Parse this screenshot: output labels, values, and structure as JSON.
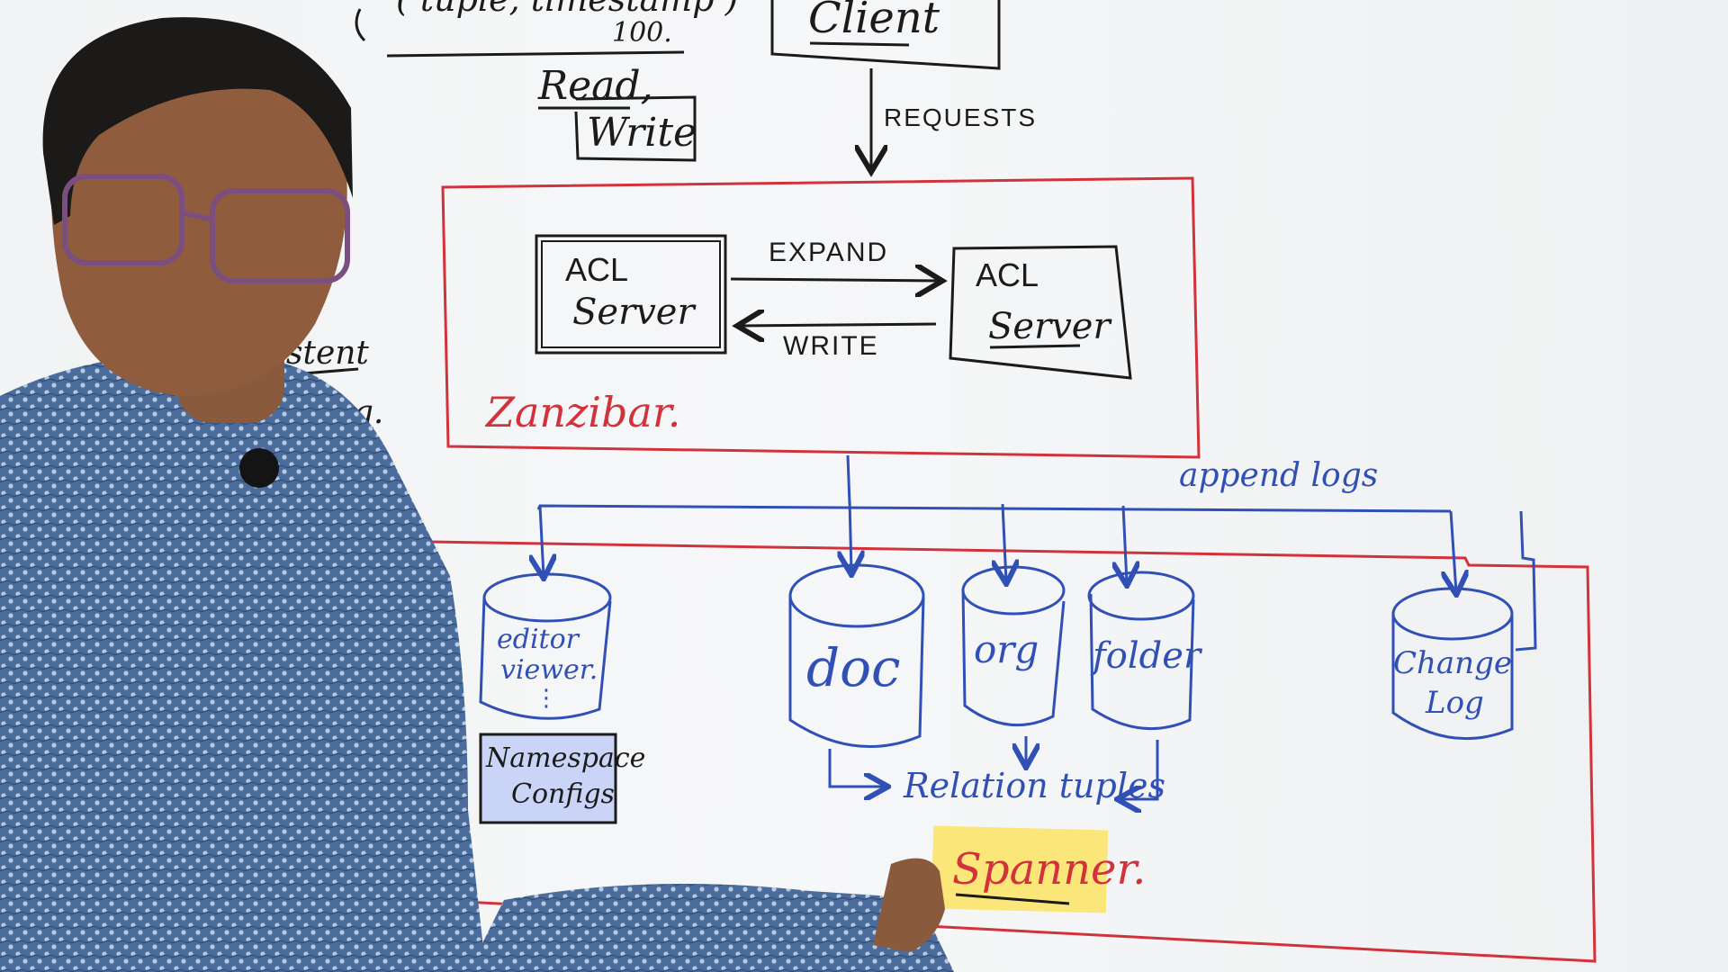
{
  "colors": {
    "board": "#f2f3f4",
    "red_marker": "#d2323c",
    "blue_marker": "#3150b6",
    "black_marker": "#1b1b1b",
    "sticky_note": "#fbe67a",
    "namespace_fill": "#c9d4f7",
    "shirt": "#4c6fa0"
  },
  "board": {
    "top": {
      "tuple_text": "( tuple, timestamp )",
      "number_text": "100.",
      "client_label": "Client",
      "read_text": "Read,",
      "write_text": "Write",
      "requests_label": "REQUESTS"
    },
    "left_partial": {
      "line1": "stent",
      "line2": "ashing."
    },
    "zanzibar": {
      "label": "Zanzibar.",
      "acl_left": [
        "ACL",
        "Server"
      ],
      "acl_right": [
        "ACL",
        "Server"
      ],
      "expand_label": "EXPAND",
      "write_label": "WRITE"
    },
    "storage": {
      "append_label": "append logs",
      "namespace_db": [
        "editor",
        "viewer.",
        "⋮"
      ],
      "namespace_box": [
        "Namespace",
        "Configs"
      ],
      "doc_label": "doc",
      "org_label": "org",
      "folder_label": "folder",
      "changelog": [
        "Change",
        "Log"
      ],
      "relation_label": "Relation tuples",
      "spanner_label": "Spanner."
    }
  }
}
